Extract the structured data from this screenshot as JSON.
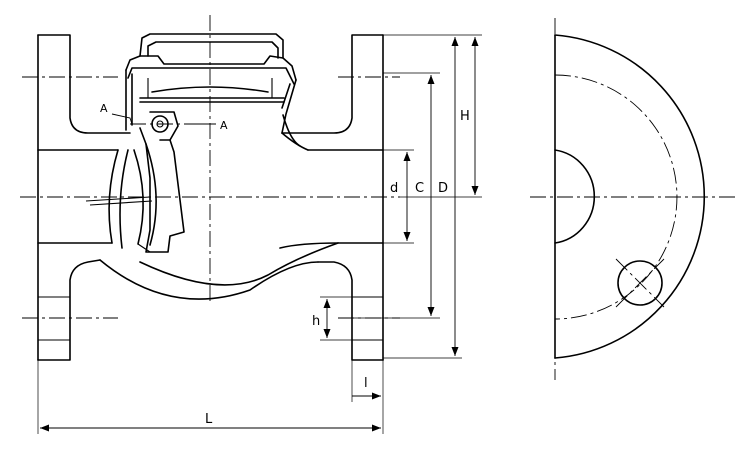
{
  "labels": {
    "section_left": "A",
    "section_right": "A",
    "dim_d": "d",
    "dim_C": "C",
    "dim_D": "D",
    "dim_H": "H",
    "dim_h": "h",
    "dim_l": "l",
    "dim_L": "L"
  }
}
